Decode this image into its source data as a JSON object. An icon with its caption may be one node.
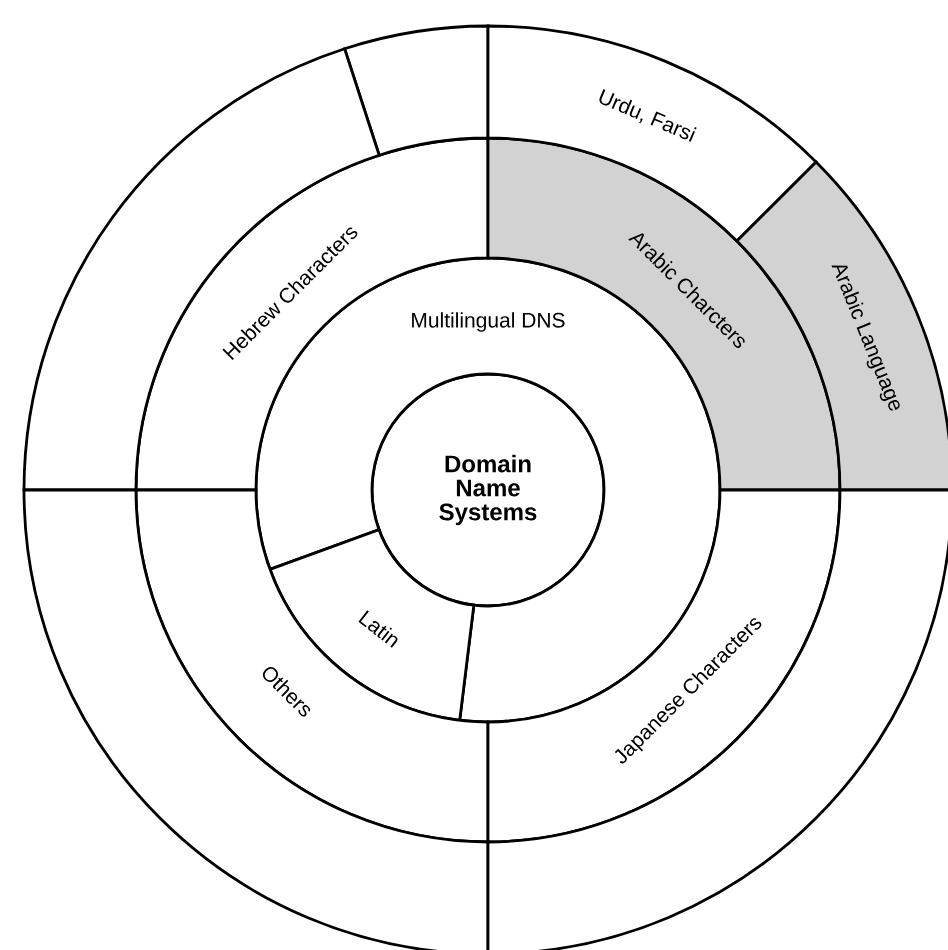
{
  "diagram": {
    "nodes": [
      {
        "text": [
          "Domain Name Systems"
        ]
      },
      {
        "text": [
          "Multilingual DNS"
        ]
      },
      {
        "text": [
          "Latin"
        ]
      },
      {
        "text": [
          "Hebrew Characters"
        ]
      },
      {
        "text": [
          "Arabic Charcters"
        ]
      },
      {
        "text": [
          "Others"
        ]
      },
      {
        "text": [
          "Japanese Characters"
        ]
      },
      {
        "text": [],
        "shape": "sector"
      },
      {
        "text": [
          "Urdu, Farsi"
        ]
      },
      {
        "text": [
          "Arabic Language"
        ]
      },
      {
        "text": [],
        "shape": "sector"
      },
      {
        "text": [],
        "shape": "sector"
      },
      {
        "text": [],
        "shape": "sector"
      }
    ]
  }
}
